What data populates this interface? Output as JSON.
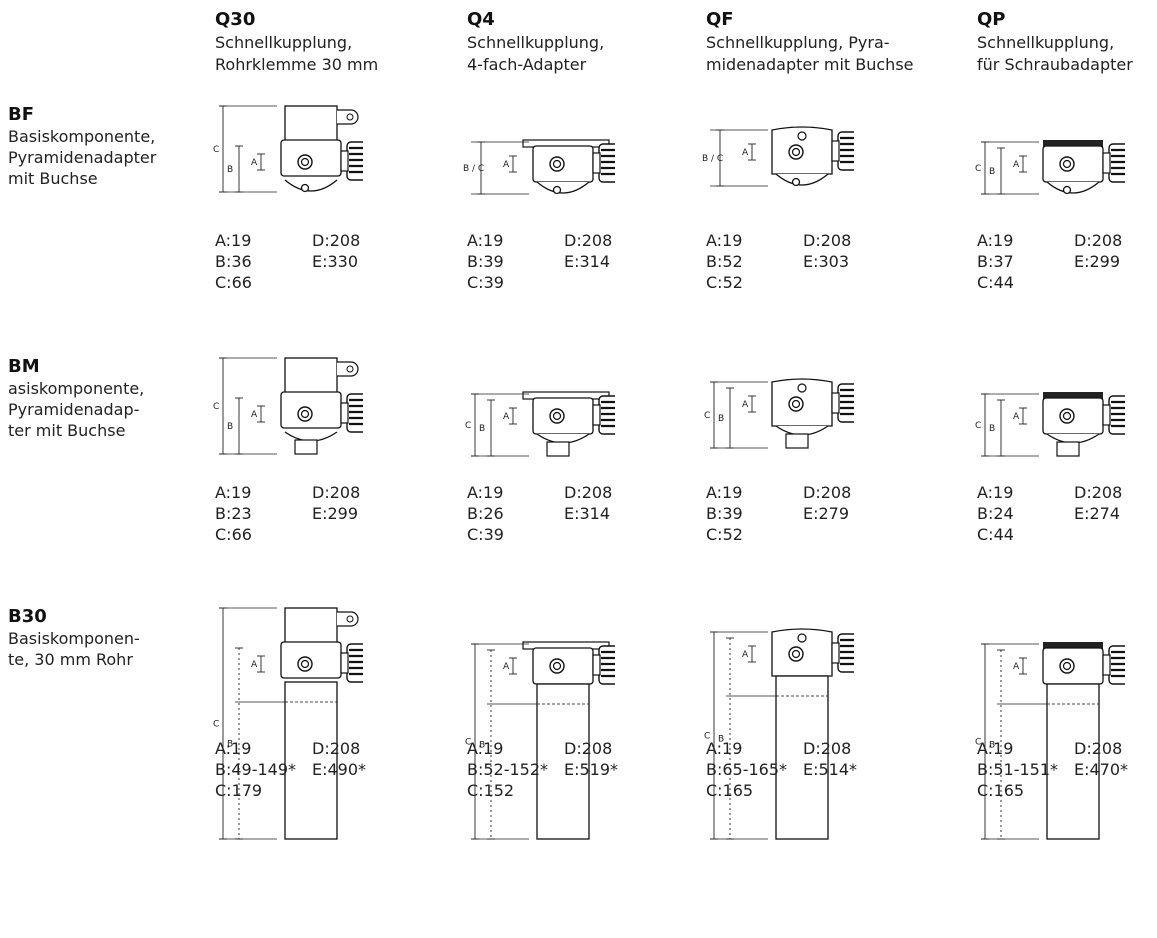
{
  "columns": [
    {
      "code": "Q30",
      "desc": "Schnellkupplung,\nRohrklemme 30 mm",
      "variant": "q30"
    },
    {
      "code": "Q4",
      "desc": "Schnellkupplung,\n4-fach-Adapter",
      "variant": "q4"
    },
    {
      "code": "QF",
      "desc": "Schnellkupplung, Pyra-\nmidenadapter mit Buchse",
      "variant": "qf"
    },
    {
      "code": "QP",
      "desc": "Schnellkupplung,\nfür Schraubadapter",
      "variant": "qp"
    }
  ],
  "rows": [
    {
      "code": "BF",
      "desc": "Basiskomponente,\nPyramidenadapter\nmit Buchse",
      "base": "bf"
    },
    {
      "code": "BM",
      "desc": "asiskomponente,\nPyramidenadap-\nter mit Buchse",
      "base": "bm"
    },
    {
      "code": "B30",
      "desc": "Basiskomponen-\nte, 30 mm Rohr",
      "base": "b30"
    }
  ],
  "cells": [
    [
      {
        "A": "A:19",
        "B": "B:36",
        "C": "C:66",
        "D": "D:208",
        "E": "E:330",
        "labels": [
          "C",
          "B",
          "A"
        ]
      },
      {
        "A": "A:19",
        "B": "B:39",
        "C": "C:39",
        "D": "D:208",
        "E": "E:314",
        "labels": [
          "B / C",
          "A"
        ]
      },
      {
        "A": "A:19",
        "B": "B:52",
        "C": "C:52",
        "D": "D:208",
        "E": "E:303",
        "labels": [
          "B / C",
          "A"
        ]
      },
      {
        "A": "A:19",
        "B": "B:37",
        "C": "C:44",
        "D": "D:208",
        "E": "E:299",
        "labels": [
          "C",
          "B",
          "A"
        ]
      }
    ],
    [
      {
        "A": "A:19",
        "B": "B:23",
        "C": "C:66",
        "D": "D:208",
        "E": "E:299",
        "labels": [
          "C",
          "B",
          "A"
        ]
      },
      {
        "A": "A:19",
        "B": "B:26",
        "C": "C:39",
        "D": "D:208",
        "E": "E:314",
        "labels": [
          "C",
          "B",
          "A"
        ]
      },
      {
        "A": "A:19",
        "B": "B:39",
        "C": "C:52",
        "D": "D:208",
        "E": "E:279",
        "labels": [
          "C",
          "B",
          "A"
        ]
      },
      {
        "A": "A:19",
        "B": "B:24",
        "C": "C:44",
        "D": "D:208",
        "E": "E:274",
        "labels": [
          "C",
          "B",
          "A"
        ]
      }
    ],
    [
      {
        "A": "A:19",
        "B": "B:49-149*",
        "C": "C:179",
        "D": "D:208",
        "E": "E:490*",
        "labels": [
          "C",
          "B",
          "A"
        ]
      },
      {
        "A": "A:19",
        "B": "B:52-152*",
        "C": "C:152",
        "D": "D:208",
        "E": "E:519*",
        "labels": [
          "C",
          "B",
          "A"
        ]
      },
      {
        "A": "A:19",
        "B": "B:65-165*",
        "C": "C:165",
        "D": "D:208",
        "E": "E:514*",
        "labels": [
          "C",
          "B",
          "A"
        ]
      },
      {
        "A": "A:19",
        "B": "B:51-151*",
        "C": "C:165",
        "D": "D:208",
        "E": "E:470*",
        "labels": [
          "C",
          "B",
          "A"
        ]
      }
    ]
  ]
}
